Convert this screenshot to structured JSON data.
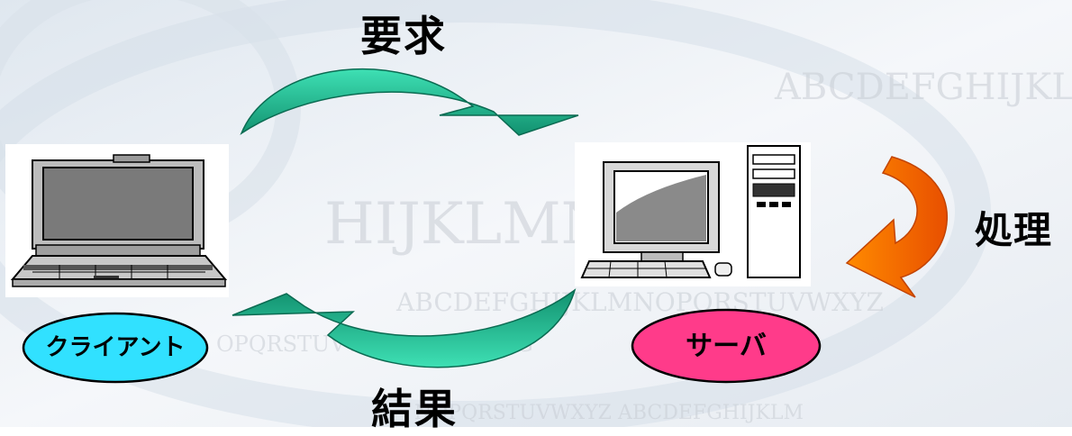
{
  "labels": {
    "request": "要求",
    "result": "結果",
    "process": "処理",
    "client": "クライアント",
    "server": "サーバ"
  },
  "colors": {
    "arrow_green": "#1fa58a",
    "arrow_green_light": "#22c7a3",
    "arrow_orange": "#ff6600",
    "client_fill": "#2fe2ff",
    "server_fill": "#ff3b8a",
    "background_tint": "#e8eef5"
  },
  "icons": {
    "client": "laptop-icon",
    "server": "desktop-computer-icon"
  }
}
